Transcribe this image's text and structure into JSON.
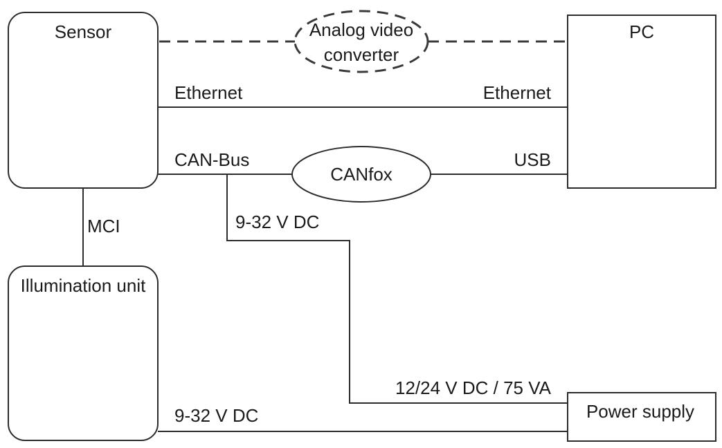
{
  "nodes": {
    "sensor": "Sensor",
    "pc": "PC",
    "illumination": "Illumination unit",
    "power_supply": "Power supply",
    "canfox": "CANfox",
    "video_converter_line1": "Analog video",
    "video_converter_line2": "converter"
  },
  "connections": {
    "ethernet_sensor": "Ethernet",
    "ethernet_pc": "Ethernet",
    "canbus": "CAN-Bus",
    "usb": "USB",
    "mci": "MCI",
    "sensor_power": "9-32 V DC",
    "illumination_power": "9-32 V DC",
    "supply_output": "12/24 V DC / 75 VA"
  }
}
